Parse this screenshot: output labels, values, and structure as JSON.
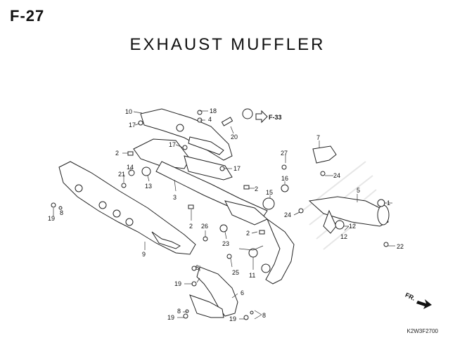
{
  "figure": {
    "code": "F-27",
    "title": "EXHAUST  MUFFLER",
    "diagram_code": "K2W3F2700"
  },
  "reference": {
    "label": "F-33"
  },
  "direction": {
    "label": "FR."
  },
  "callouts": [
    "1",
    "2",
    "2",
    "2",
    "2",
    "3",
    "4",
    "5",
    "6",
    "7",
    "8",
    "8",
    "8",
    "8",
    "9",
    "10",
    "11",
    "12",
    "12",
    "13",
    "14",
    "15",
    "16",
    "17",
    "17",
    "17",
    "18",
    "19",
    "19",
    "19",
    "19",
    "20",
    "21",
    "22",
    "23",
    "24",
    "24",
    "25",
    "26",
    "27"
  ]
}
